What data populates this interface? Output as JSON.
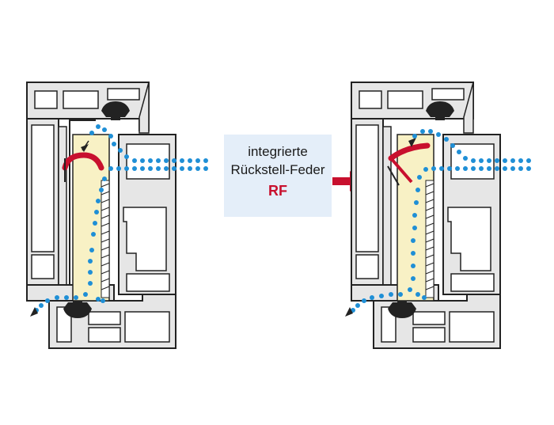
{
  "callout": {
    "line1": "integrierte",
    "line2": "Rückstell-Feder",
    "code": "RF"
  },
  "colors": {
    "profile_fill": "#e6e6e6",
    "profile_stroke": "#222222",
    "chamber_fill": "#f8f1c5",
    "spring": "#c8102e",
    "airflow": "#1f8fd6",
    "callout_bg": "#e4eef9",
    "arrow": "#c8102e"
  },
  "panels": [
    {
      "state": "closed"
    },
    {
      "state": "open"
    }
  ]
}
